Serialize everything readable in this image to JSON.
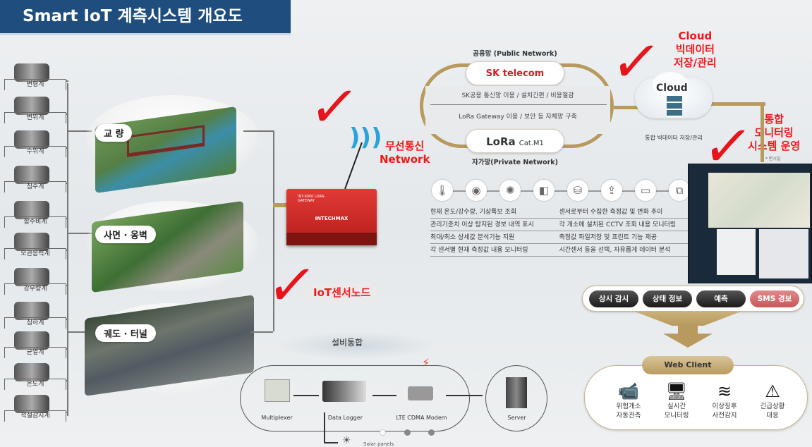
{
  "title": "Smart IoT 계측시스템 개요도",
  "sensors": [
    "변형계",
    "변위계",
    "수위계",
    "침수계",
    "함수비계",
    "모관응력계",
    "강우량계",
    "침하계",
    "균열계",
    "온도계",
    "적설감지계"
  ],
  "sites": [
    "교 량",
    "사면 · 옹벽",
    "궤도 · 터널"
  ],
  "gateway": {
    "model": "INT-6000 LORA-GATEWAY",
    "brand": "INTECHMAX"
  },
  "annotations": {
    "wireless": "무선통신",
    "wireless_en": "Network",
    "iot_node": "IoT센서노드",
    "cloud_line1": "Cloud",
    "cloud_line2": "빅데이터",
    "cloud_line3": "저장/관리",
    "monitor_line1": "통합",
    "monitor_line2": "모니터링",
    "monitor_line3": "시스템 운영"
  },
  "network": {
    "public_caption": "공용망 (Public Network)",
    "sk_logo": "SK telecom",
    "line1": "SK공용 통신망 이용 / 설치간편 / 비용절감",
    "line2": "LoRa Gateway 이용 / 보안 등 자체망 구축",
    "lora_logo": "LoRa",
    "lora_suffix": "Cat.M1",
    "private_caption": "자가망(Private Network)"
  },
  "cloud": {
    "label": "Cloud",
    "caption": "통합 빅데이터 저장/관리",
    "note": "* 변시일"
  },
  "function_icons": [
    "thermometer-icon",
    "wireless-sensor-icon",
    "alarm-light-icon",
    "cctv-icon",
    "storage-icon",
    "upload-icon",
    "monitor-icon",
    "multi-screen-icon"
  ],
  "features": [
    [
      "현재 온도/강수량, 기상특보 조회",
      "센서로부터 수집한 측정값 및 변화 추이"
    ],
    [
      "관리기준치 이상 탐지된 경보 내역 표시",
      "각 개소에 설치된 CCTV 조회 내용 모니터링"
    ],
    [
      "최대/최소 상세값 분석기능 지원",
      "측정값 파일저장 및 프린트 기능 제공"
    ],
    [
      "각 센서별 현재 측정값 내용 모니터링",
      "시간센서 등을 선택, 자유롭게 데이터 분석"
    ]
  ],
  "monitor_buttons": [
    "상시 감시",
    "상태 정보",
    "예측",
    "SMS 경보"
  ],
  "web_client": {
    "title": "Web Client",
    "items": [
      [
        "위험개소",
        "자동관측"
      ],
      [
        "실시간",
        "모니터링"
      ],
      [
        "이상징후",
        "사전감지"
      ],
      [
        "긴급상황",
        "대응"
      ]
    ]
  },
  "integration": {
    "title": "설비통합",
    "items": [
      "Multiplexer",
      "Data Logger",
      "LTE CDMA Modem",
      "Server"
    ],
    "solar": "Solar panels"
  },
  "colors": {
    "banner": "#1f4d7e",
    "accent_red": "#ee1a1a",
    "gold": "#b89a5e",
    "sms": "#c9565a"
  },
  "carousel": {
    "count": 3,
    "active": 1
  }
}
